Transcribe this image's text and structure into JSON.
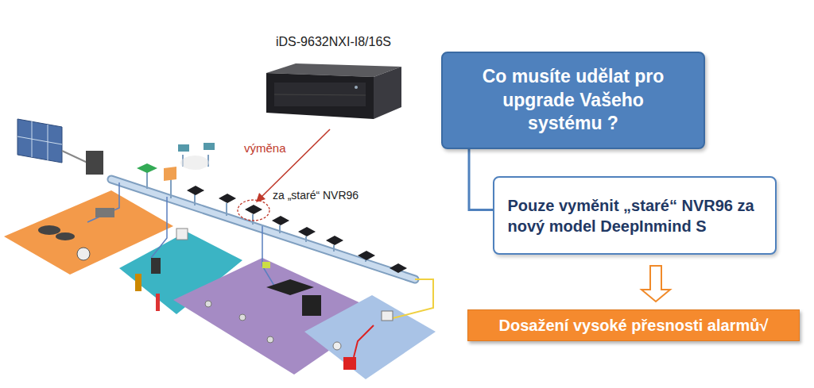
{
  "diagram": {
    "nodes": [
      {
        "text": [
          "Co musíte udělat pro upgrade Vašeho systému ?"
        ]
      },
      {
        "text": [
          "Pouze vyměnit „staré“ NVR96 za nový model DeepInmind S"
        ]
      },
      {
        "text": [
          "Dosažení vysoké přesnosti alarmů√"
        ]
      }
    ],
    "edges": [
      {
        "from": 0,
        "to": 1,
        "arrow": "none"
      },
      {
        "from": 1,
        "to": 2,
        "arrow": "to"
      }
    ],
    "labels": [
      "iDS-9632NXI-I8/16S",
      "výměna",
      "za „staré“ NVR96"
    ]
  }
}
